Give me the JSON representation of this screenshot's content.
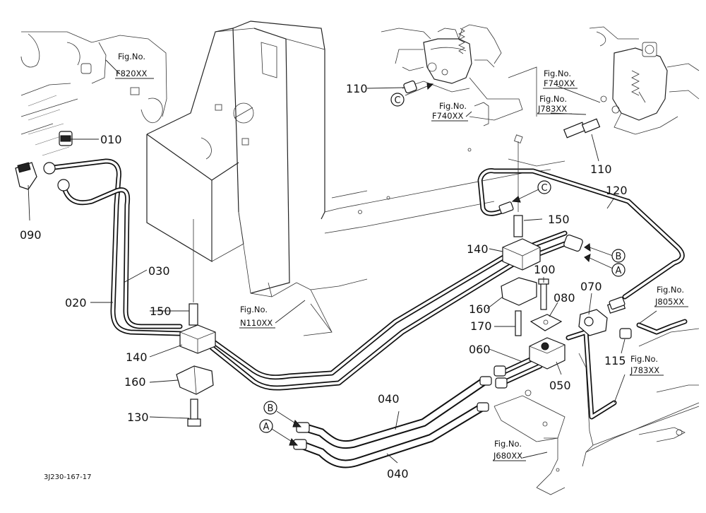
{
  "parts": {
    "p010": "010",
    "p020": "020",
    "p030": "030",
    "p040_upper": "040",
    "p040_lower": "040",
    "p050": "050",
    "p060": "060",
    "p070": "070",
    "p080": "080",
    "p090": "090",
    "p100": "100",
    "p110_left": "110",
    "p110_right": "110",
    "p115": "115",
    "p120": "120",
    "p130": "130",
    "p140_left": "140",
    "p140_right": "140",
    "p150_left": "150",
    "p150_right": "150",
    "p160_left": "160",
    "p160_right": "160",
    "p170": "170"
  },
  "figure_refs": {
    "fig_label": "Fig.No.",
    "f820": "F820XX",
    "f740_mid": "F740XX",
    "f740_right": "F740XX",
    "j783_upper": "J783XX",
    "j783_lower": "J783XX",
    "n110": "N110XX",
    "j805": "J805XX",
    "j680": "J680XX"
  },
  "connectors": {
    "a": "A",
    "b": "B",
    "c": "C"
  },
  "diagram_code": "3J230-167-17"
}
